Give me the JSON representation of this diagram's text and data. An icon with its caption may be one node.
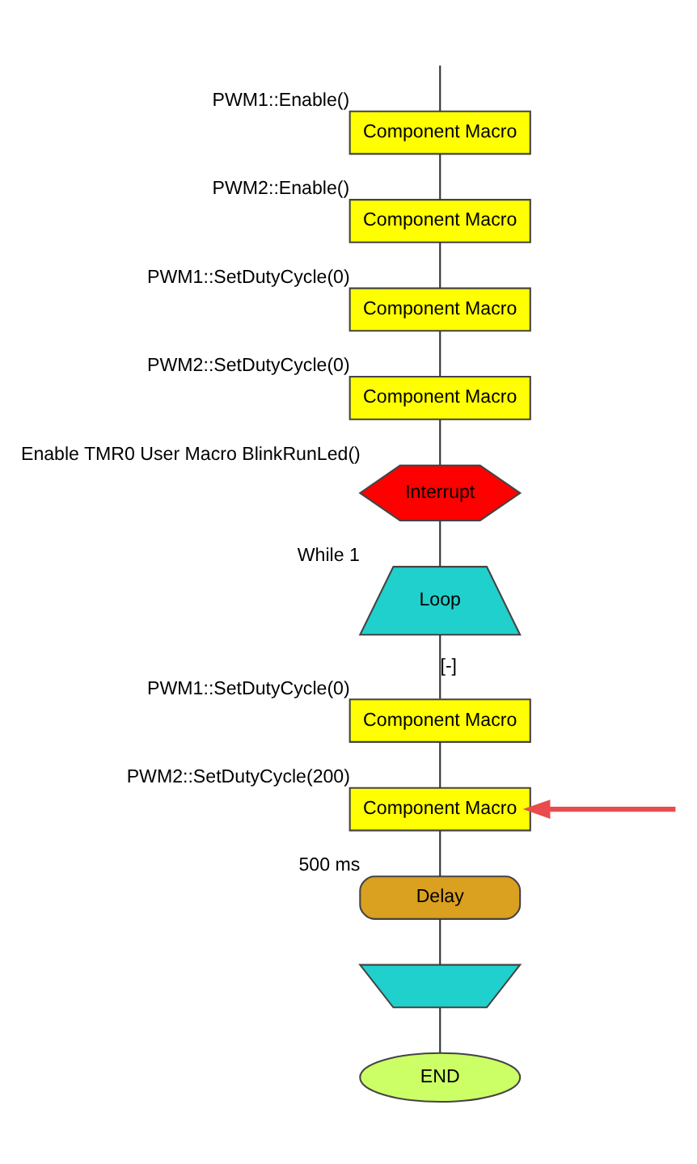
{
  "diagram": {
    "nodes": [
      {
        "text": [
          "Component Macro"
        ],
        "beside": [
          "PWM1::Enable()"
        ]
      },
      {
        "text": [
          "Component Macro"
        ],
        "beside": [
          "PWM2::Enable()"
        ]
      },
      {
        "text": [
          "Component Macro"
        ],
        "beside": [
          "PWM1::SetDutyCycle(0)"
        ]
      },
      {
        "text": [
          "Component Macro"
        ],
        "beside": [
          "PWM2::SetDutyCycle(0)"
        ]
      },
      {
        "text": [
          "Interrupt"
        ],
        "beside": [
          "Enable TMR0 User Macro BlinkRunLed()"
        ]
      },
      {
        "text": [
          "Loop"
        ],
        "beside": [
          "While 1"
        ]
      },
      {
        "text": [
          "Component Macro"
        ],
        "beside": [
          "PWM1::SetDutyCycle(0)"
        ]
      },
      {
        "text": [
          "Component Macro"
        ],
        "beside": [
          "PWM2::SetDutyCycle(200)"
        ]
      },
      {
        "text": [
          "Delay"
        ],
        "beside": [
          "500 ms"
        ]
      },
      {
        "text": [],
        "shape": "box"
      },
      {
        "text": [
          "END"
        ]
      }
    ],
    "edges": [
      {
        "from": null,
        "to": 0,
        "arrow": "none"
      },
      {
        "from": 0,
        "to": 1,
        "arrow": "none"
      },
      {
        "from": 1,
        "to": 2,
        "arrow": "none"
      },
      {
        "from": 2,
        "to": 3,
        "arrow": "none"
      },
      {
        "from": 3,
        "to": 4,
        "arrow": "none"
      },
      {
        "from": 4,
        "to": 5,
        "arrow": "none"
      },
      {
        "from": 5,
        "to": 6,
        "arrow": "none",
        "label": "[-]"
      },
      {
        "from": 6,
        "to": 7,
        "arrow": "none"
      },
      {
        "from": 7,
        "to": 8,
        "arrow": "none"
      },
      {
        "from": 8,
        "to": 9,
        "arrow": "none"
      },
      {
        "from": 9,
        "to": 10,
        "arrow": "none"
      },
      {
        "from": null,
        "to": 7,
        "arrow": "to",
        "style": "thick",
        "color": "#e84c4c"
      }
    ]
  }
}
